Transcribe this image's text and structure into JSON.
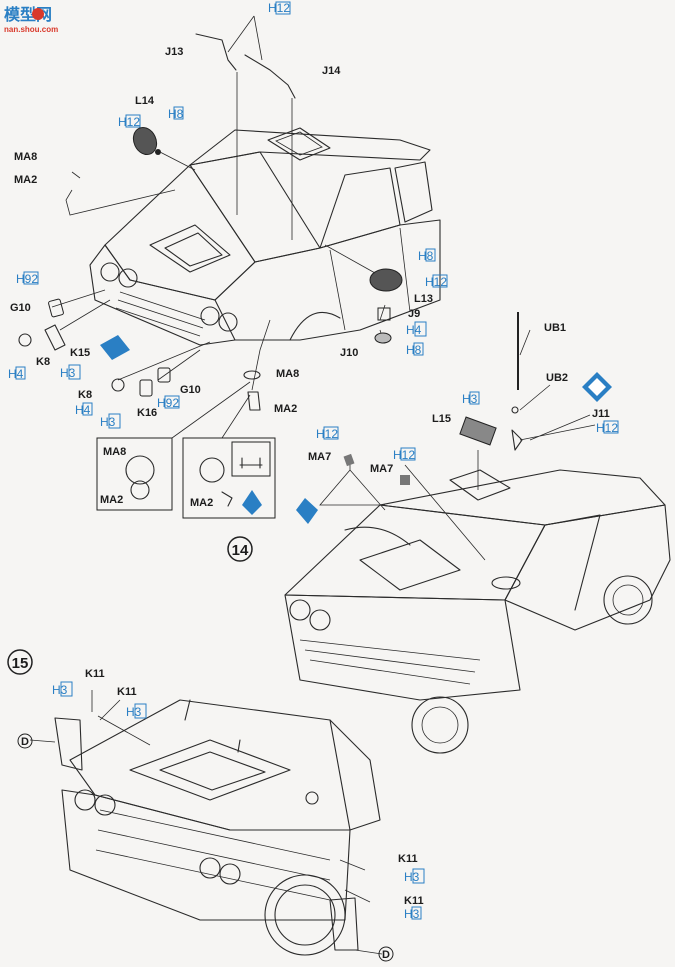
{
  "watermark": {
    "site": "模型网",
    "url": "nan.shou.com"
  },
  "steps": {
    "step14": "14",
    "step15": "15"
  },
  "labels": {
    "j13": "J13",
    "j14": "J14",
    "l14": "L14",
    "ma8_a": "MA8",
    "ma2_a": "MA2",
    "g10_a": "G10",
    "k8_a": "K8",
    "k15": "K15",
    "k8_b": "K8",
    "k16": "K16",
    "g10_b": "G10",
    "ma8_b": "MA8",
    "ma2_b": "MA2",
    "ma8_box": "MA8",
    "ma2_box": "MA2",
    "ma2_box2": "MA2",
    "l13": "L13",
    "j9": "J9",
    "j10": "J10",
    "ub1": "UB1",
    "ub2": "UB2",
    "j11": "J11",
    "l15": "L15",
    "ma7_a": "MA7",
    "ma7_b": "MA7",
    "k11_a": "K11",
    "k11_b": "K11",
    "k11_c": "K11",
    "k11_d": "K11",
    "d_a": "D",
    "d_b": "D"
  },
  "paints": {
    "h12_top": "H12",
    "h8_l14": "H8",
    "h12_l14": "H12",
    "h92_a": "H92",
    "h4_a": "H4",
    "h3_a": "H3",
    "h4_b": "H4",
    "h3_b": "H3",
    "h92_b": "H92",
    "h8_l13": "H8",
    "h12_l13": "H12",
    "h4_j9": "H4",
    "h8_j10": "H8",
    "h3_l15": "H3",
    "h12_j11": "H12",
    "h12_ma7a": "H12",
    "h12_ma7b": "H12",
    "h3_k11a": "H3",
    "h3_k11b": "H3",
    "h3_k11c": "H3",
    "h3_k11d": "H3"
  },
  "colors": {
    "paint_blue": "#2a7fc4",
    "ink": "#1c1c1c",
    "paper": "#f6f5f3"
  }
}
